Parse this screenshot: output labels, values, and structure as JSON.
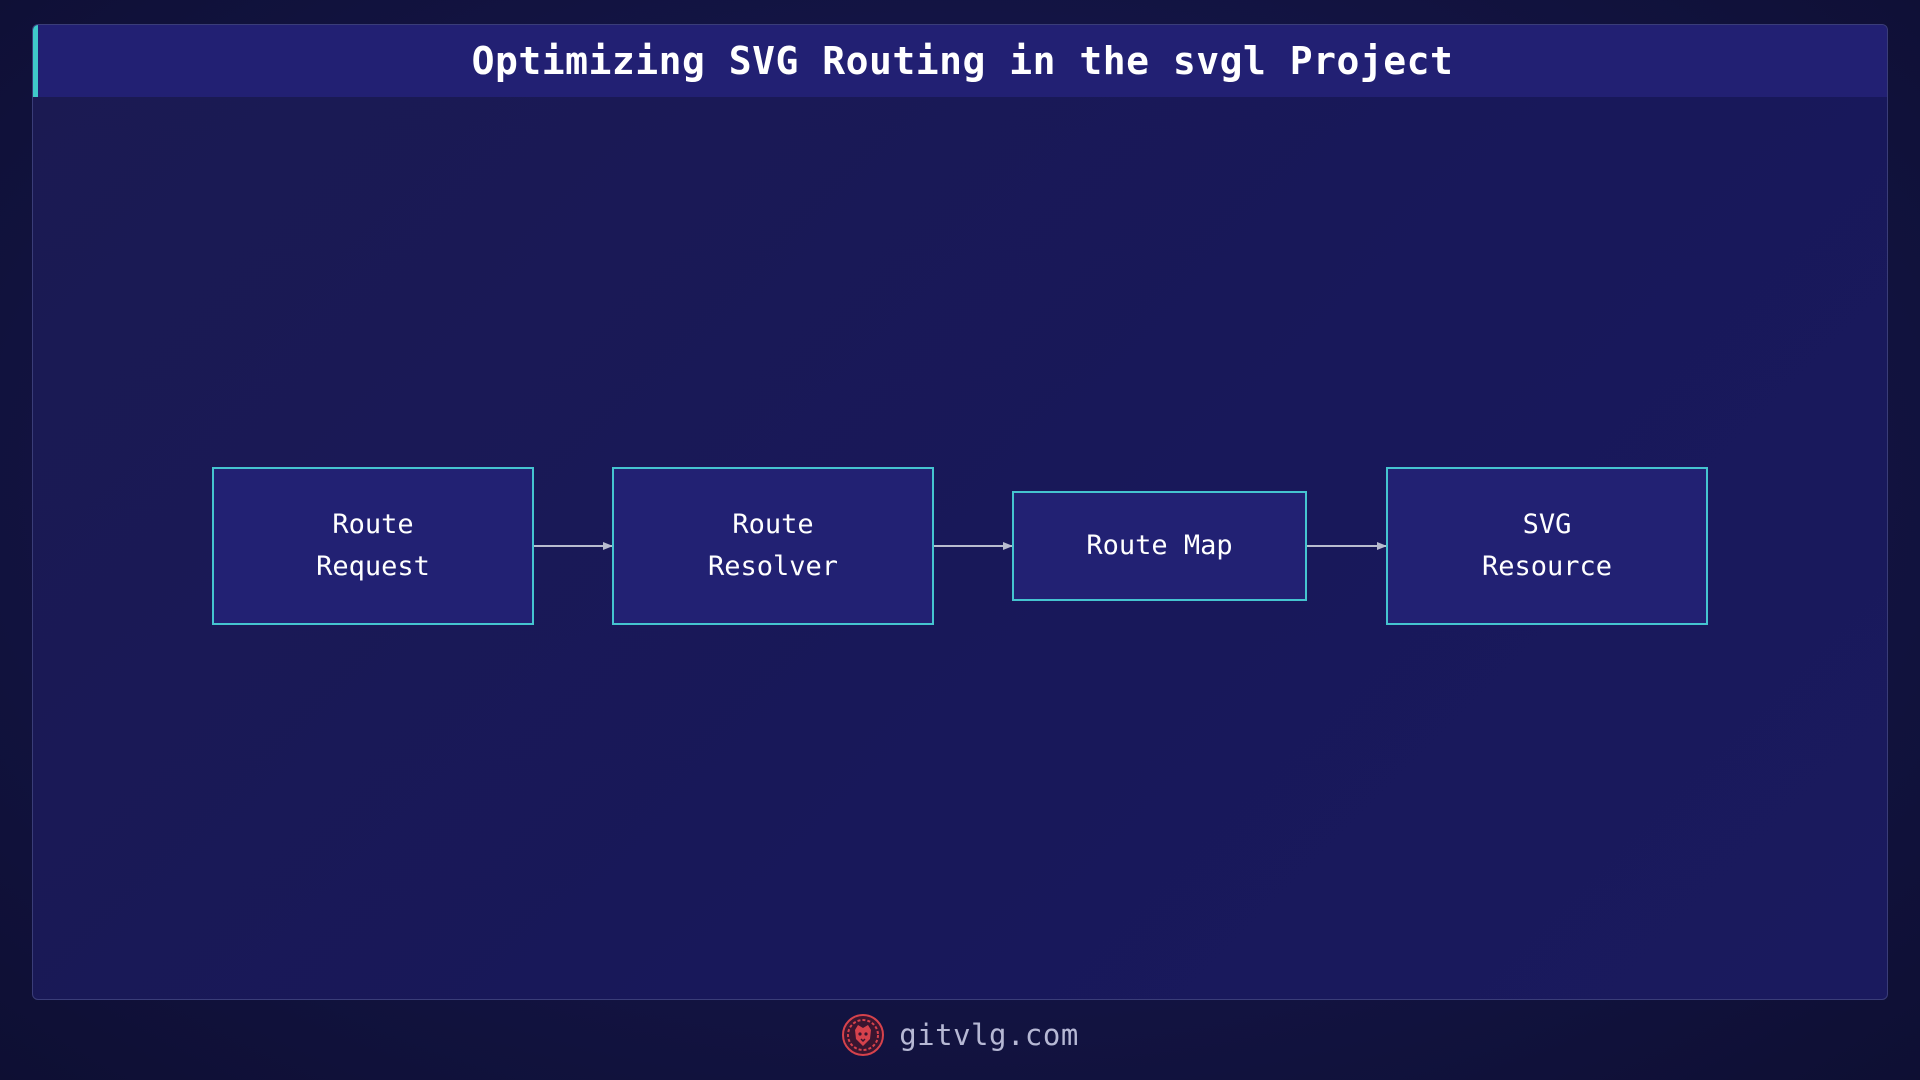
{
  "title": "Optimizing SVG Routing in the svgl Project",
  "colors": {
    "background": "#131444",
    "title_bar": "#222073",
    "accent": "#3fc9c9",
    "node_fill": "#222173",
    "node_border": "#45c4d0",
    "arrow": "#b8bccf",
    "footer_text": "#b6b8d4",
    "logo": "#d6424c"
  },
  "diagram": {
    "nodes": [
      {
        "id": "route-request",
        "label": "Route\nRequest"
      },
      {
        "id": "route-resolver",
        "label": "Route\nResolver"
      },
      {
        "id": "route-map",
        "label": "Route Map"
      },
      {
        "id": "svg-resource",
        "label": "SVG\nResource"
      }
    ],
    "edges": [
      {
        "from": "route-request",
        "to": "route-resolver"
      },
      {
        "from": "route-resolver",
        "to": "route-map"
      },
      {
        "from": "route-map",
        "to": "svg-resource"
      }
    ]
  },
  "footer": {
    "logo_icon": "lion-head-icon",
    "text": "gitvlg.com"
  }
}
